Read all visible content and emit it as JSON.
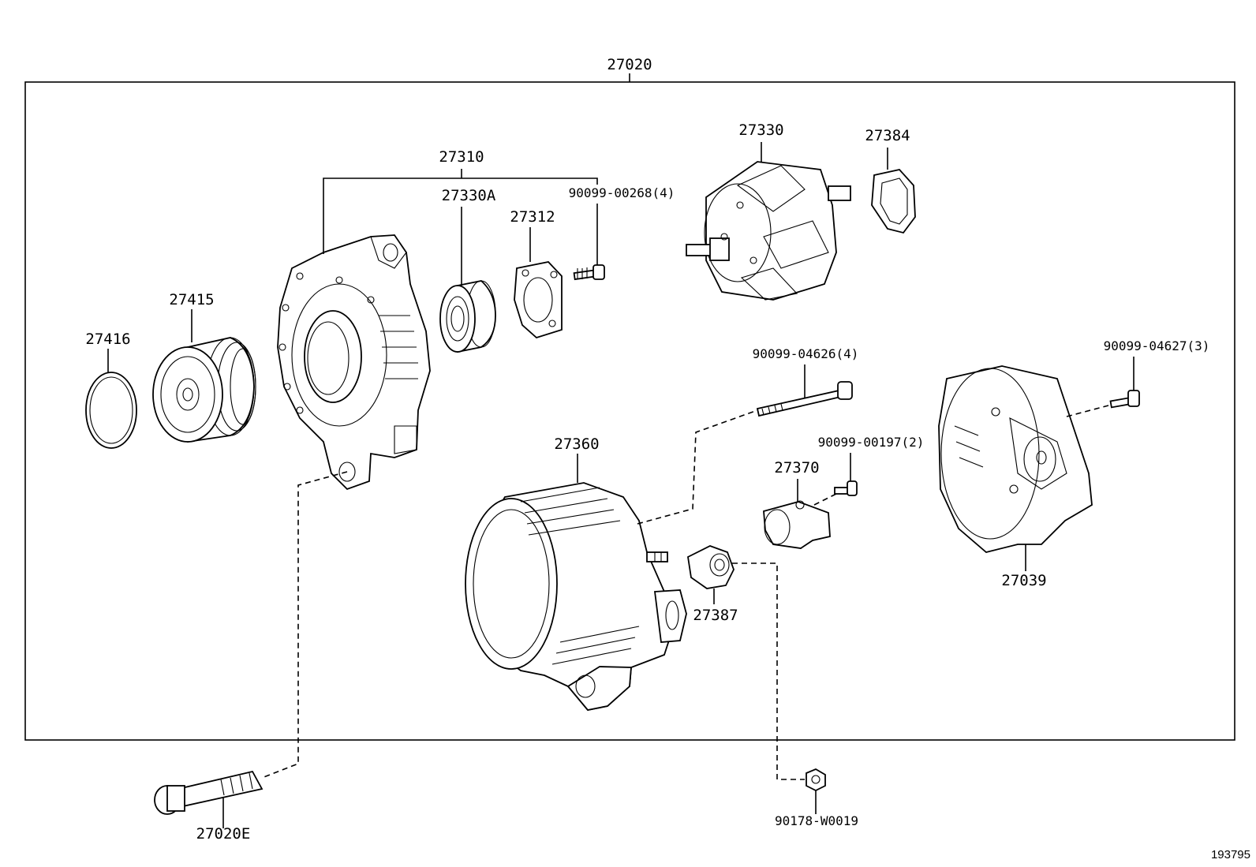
{
  "figure_number": "193795",
  "assembly": {
    "part_no": "27020"
  },
  "parts": {
    "p27310": "27310",
    "p27330A": "27330A",
    "p27312": "27312",
    "p90099_00268": "90099-00268(4)",
    "p27330": "27330",
    "p27384": "27384",
    "p27415": "27415",
    "p27416": "27416",
    "p90099_04626": "90099-04626(4)",
    "p90099_04627": "90099-04627(3)",
    "p90099_00197": "90099-00197(2)",
    "p27360": "27360",
    "p27370": "27370",
    "p27387": "27387",
    "p27039": "27039",
    "p27020E": "27020E",
    "p90178_W0019": "90178-W0019"
  }
}
